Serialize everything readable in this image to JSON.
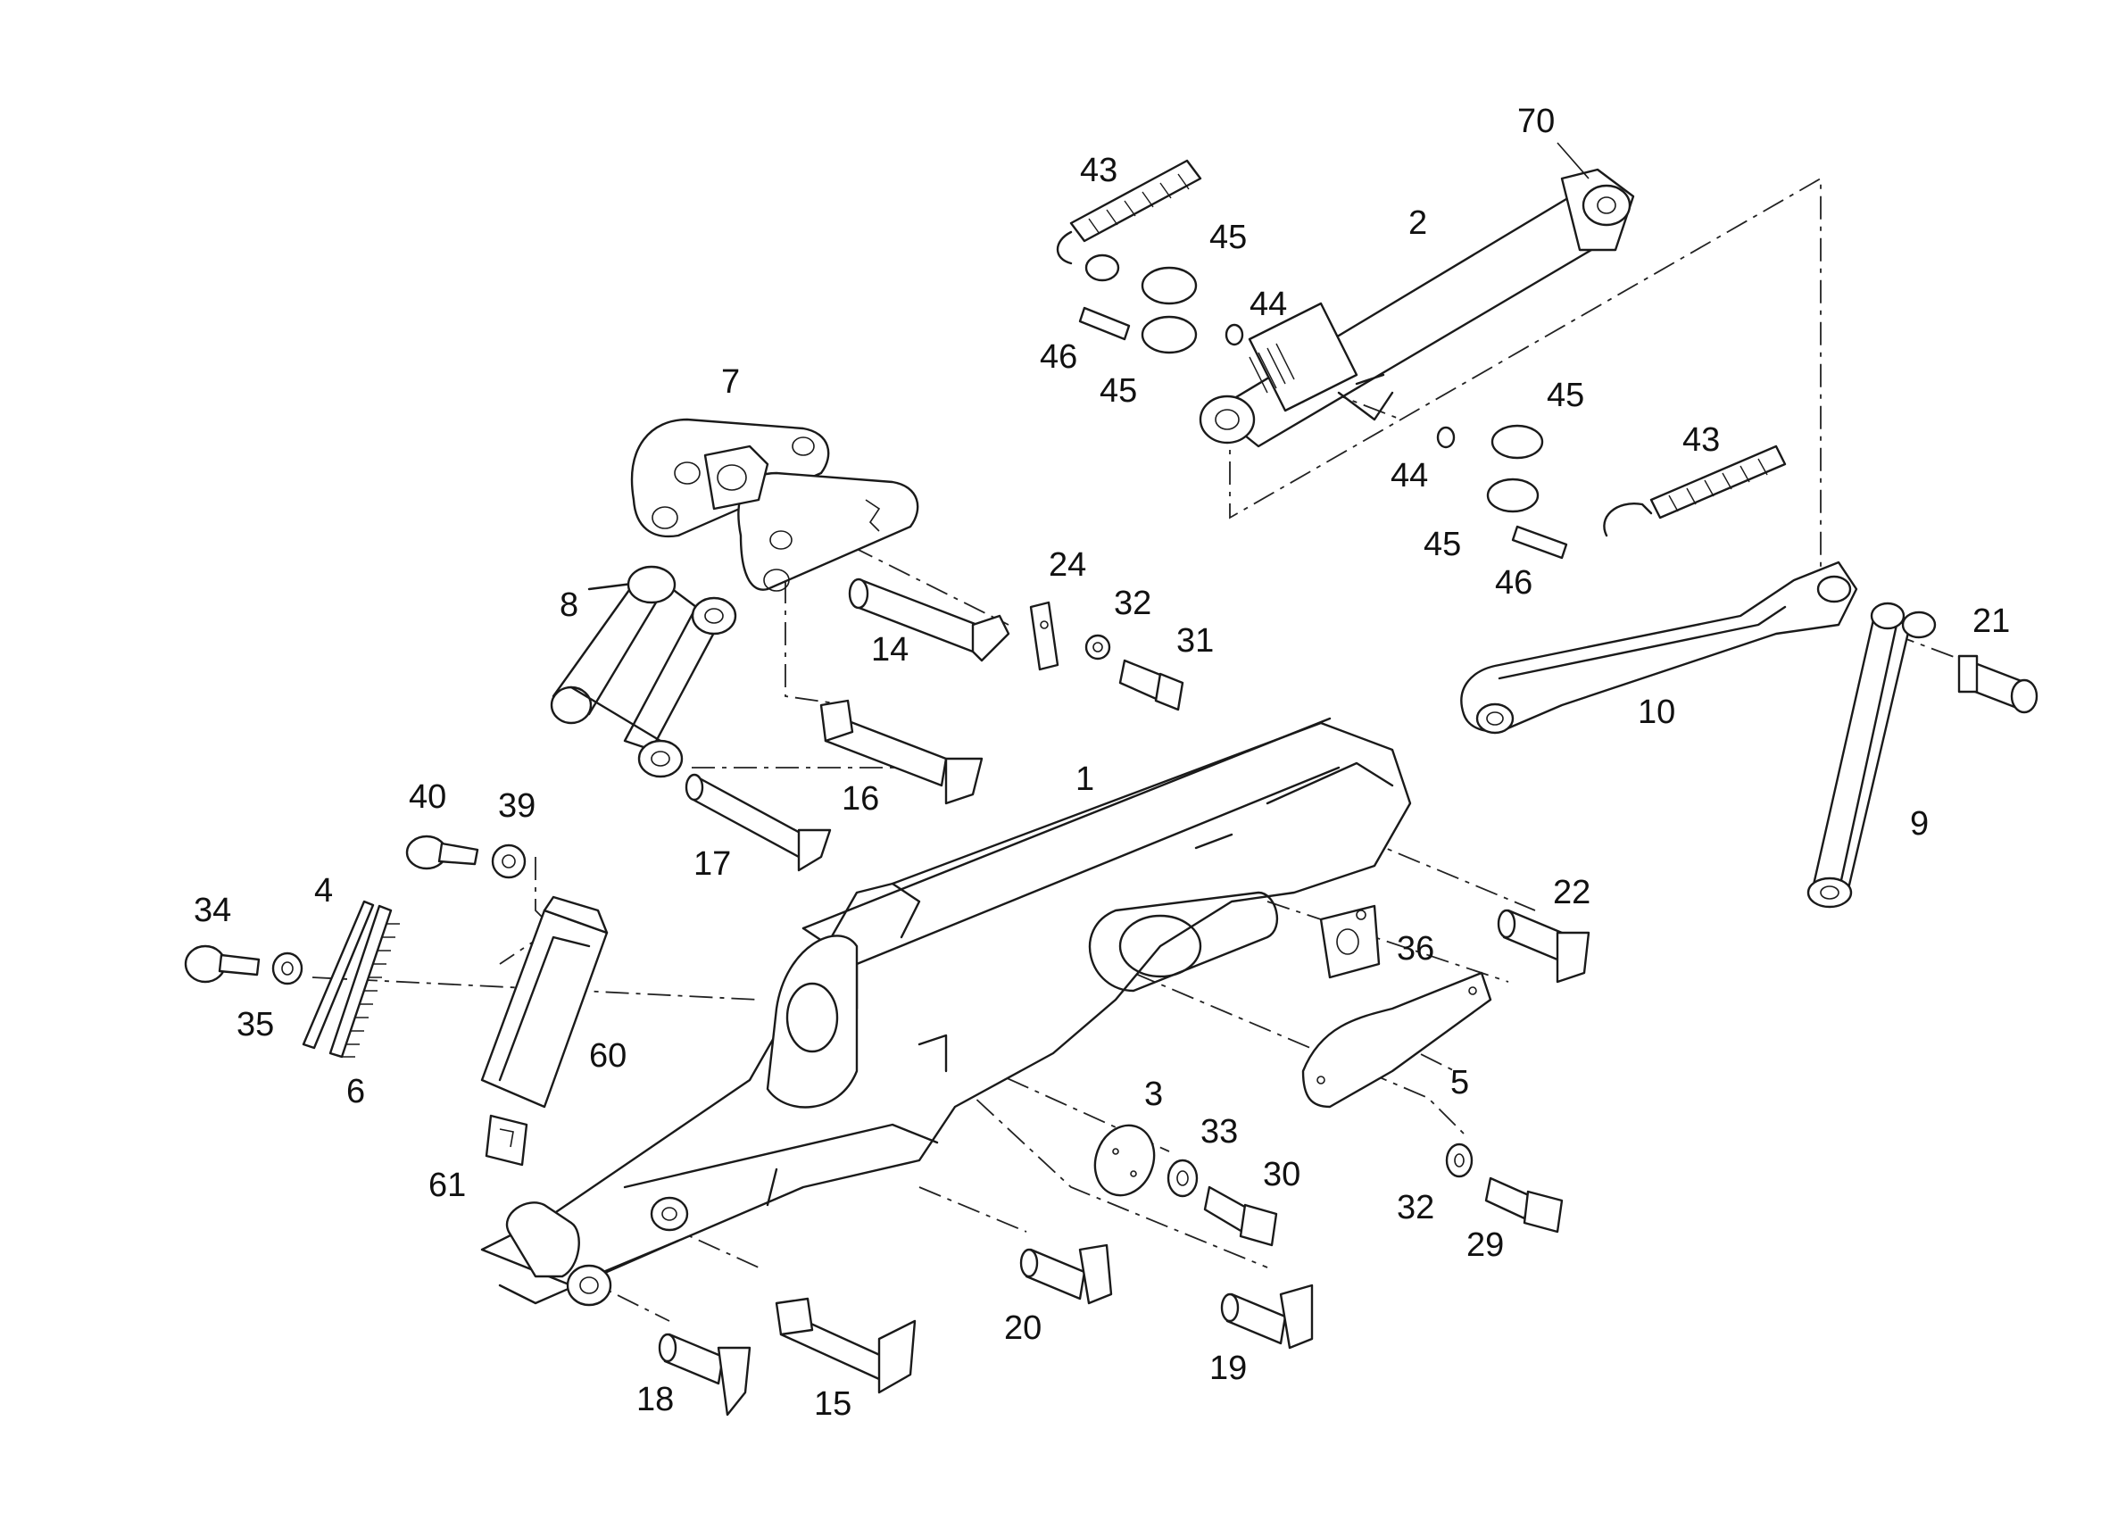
{
  "diagram": {
    "type": "exploded-parts-drawing",
    "callouts": [
      "1",
      "2",
      "3",
      "4",
      "5",
      "6",
      "7",
      "8",
      "9",
      "10",
      "14",
      "15",
      "16",
      "17",
      "18",
      "19",
      "20",
      "21",
      "22",
      "24",
      "29",
      "30",
      "31",
      "32",
      "32",
      "33",
      "34",
      "35",
      "36",
      "39",
      "40",
      "43",
      "43",
      "44",
      "44",
      "45",
      "45",
      "45",
      "45",
      "46",
      "46",
      "60",
      "61",
      "70"
    ]
  }
}
